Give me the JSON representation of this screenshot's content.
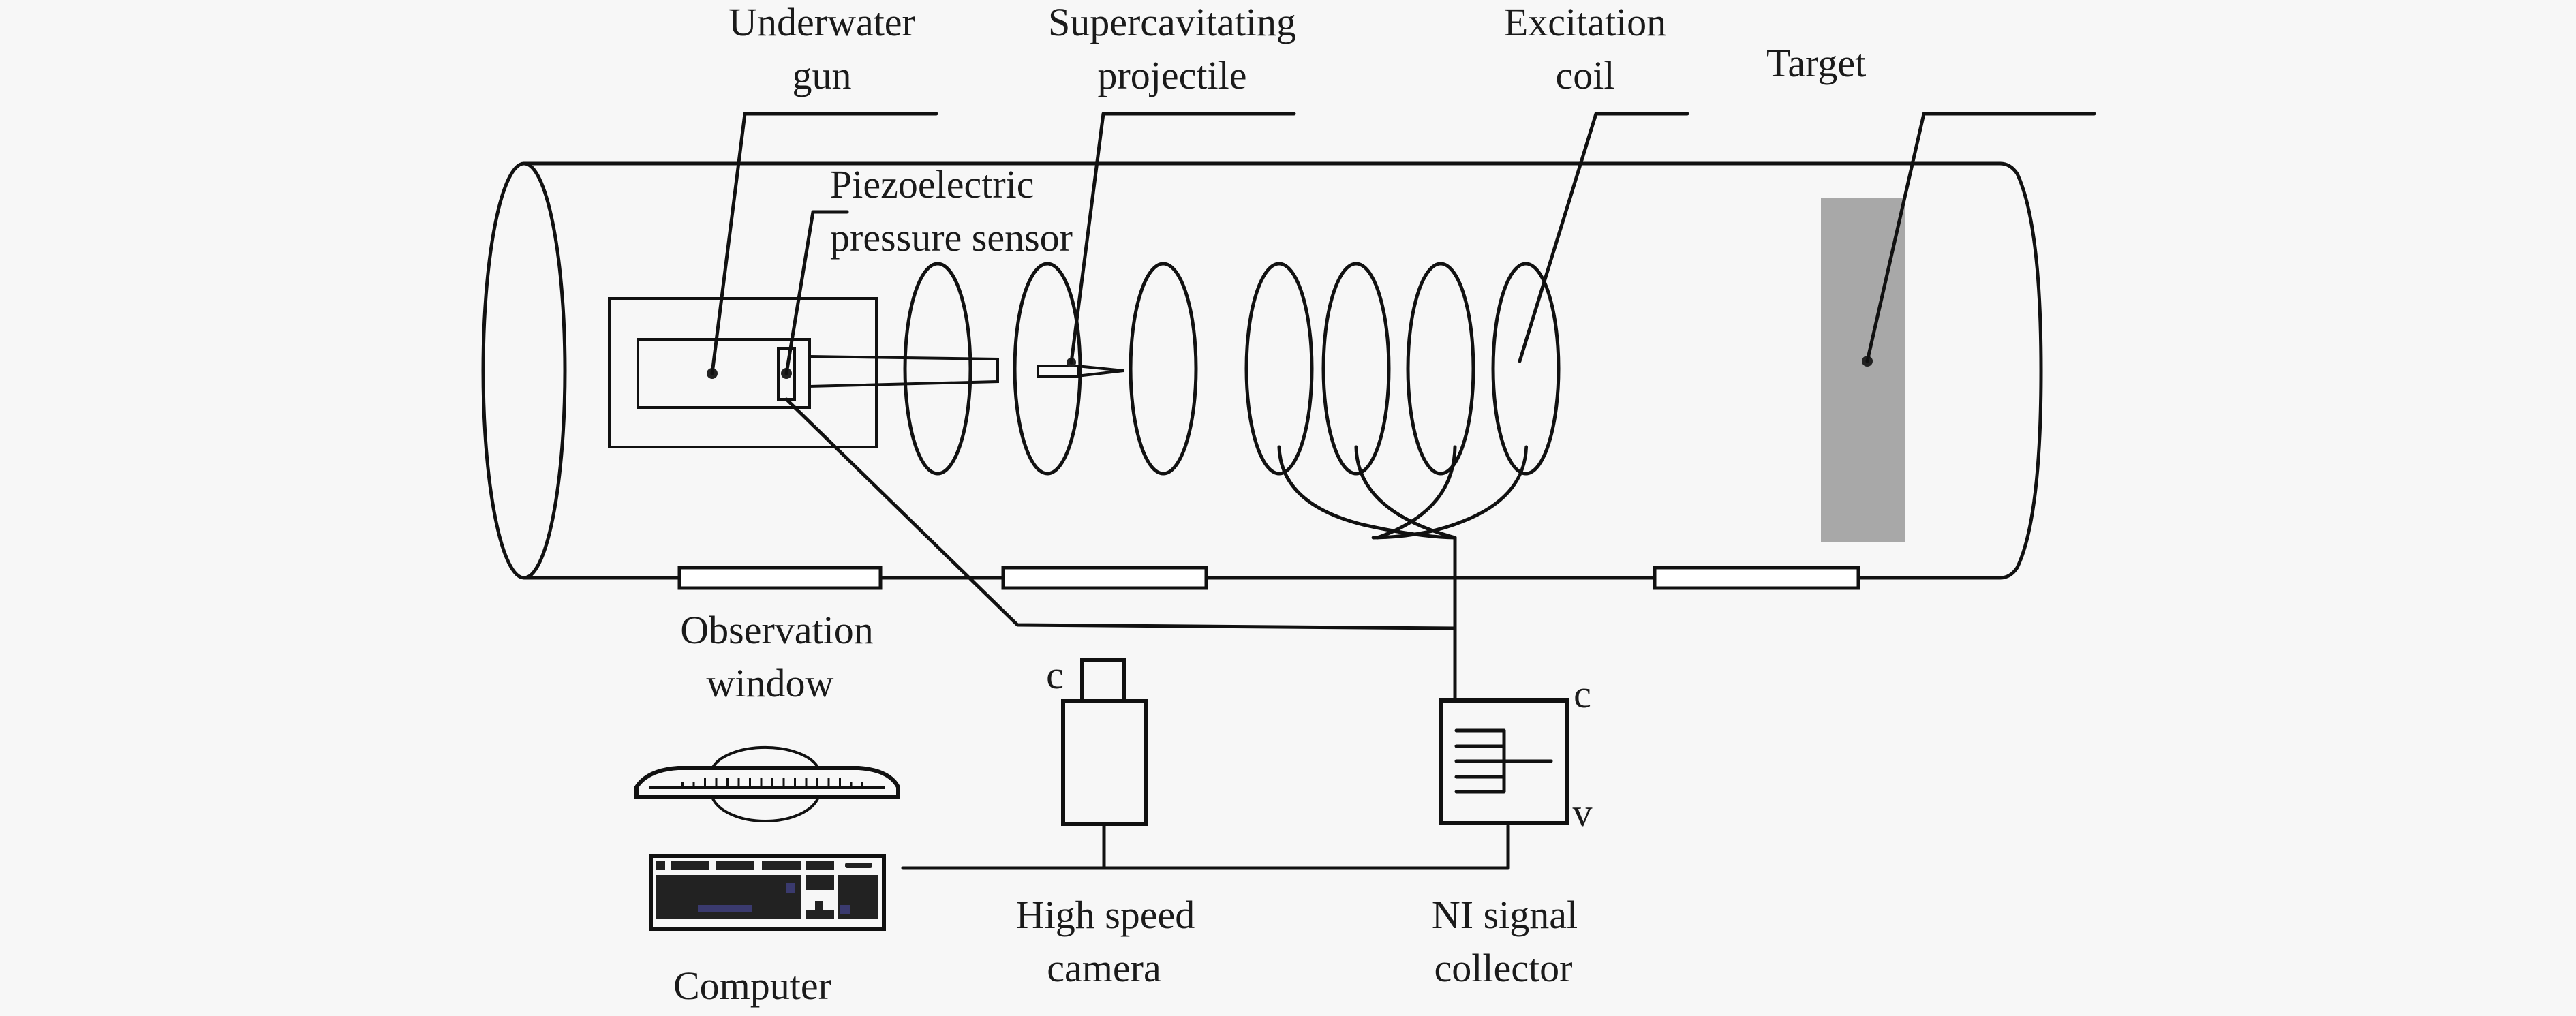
{
  "labels": {
    "underwater_gun": [
      "Underwater",
      "gun"
    ],
    "projectile": [
      "Supercavitating",
      "projectile"
    ],
    "excitation_coil": [
      "Excitation",
      "coil"
    ],
    "target": "Target",
    "pressure_sensor": [
      "Piezoelectric",
      "pressure sensor"
    ],
    "observation_window": [
      "Observation",
      "window"
    ],
    "high_speed_camera": [
      "High speed",
      "camera"
    ],
    "ni_signal_collector": [
      "NI signal",
      "collector"
    ],
    "computer": "Computer",
    "camera_mark": "c",
    "collector_mark_top": "c",
    "collector_mark_bottom": "v"
  },
  "colors": {
    "line": "#111111",
    "background": "#f7f7f7",
    "target_fill": "#a8a8a8",
    "keyboard_accent": "#3a3a6e"
  },
  "components": {
    "coil_count": 7,
    "observation_window_count": 3
  }
}
